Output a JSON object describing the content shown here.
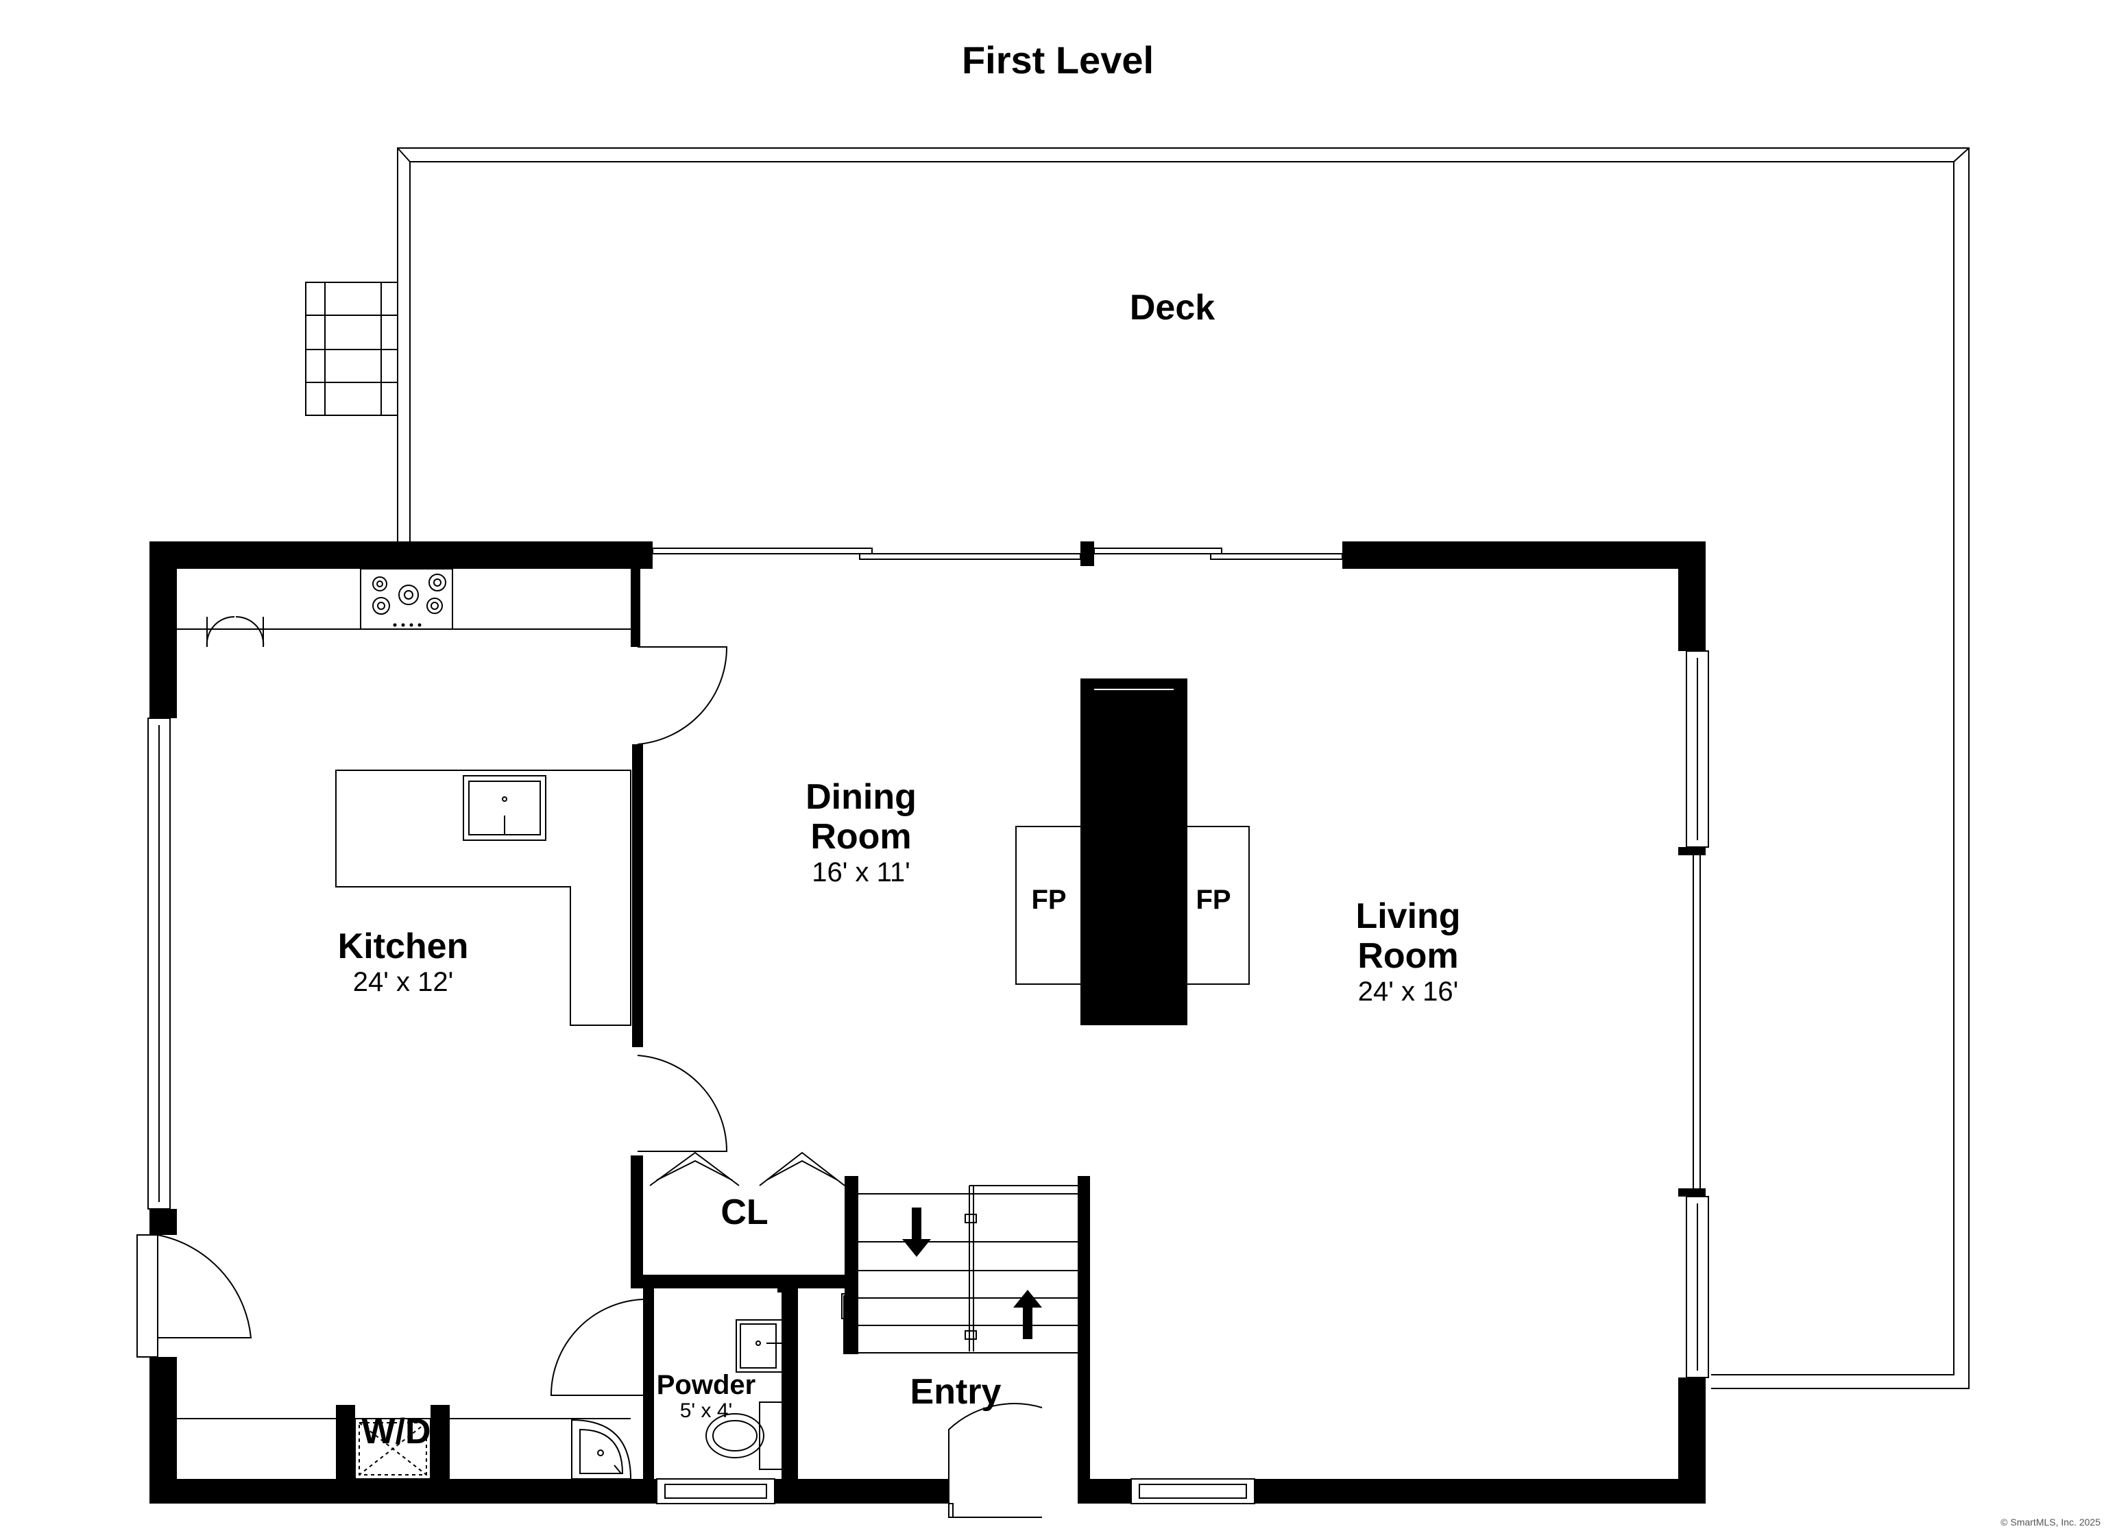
{
  "title": "First Level",
  "rooms": {
    "deck": {
      "name": "Deck"
    },
    "kitchen": {
      "name": "Kitchen",
      "dims": "24' x 12'"
    },
    "dining": {
      "name_line1": "Dining",
      "name_line2": "Room",
      "dims": "16' x 11'"
    },
    "living": {
      "name_line1": "Living",
      "name_line2": "Room",
      "dims": "24' x 16'"
    },
    "closet": {
      "name": "CL"
    },
    "powder": {
      "name": "Powder",
      "dims": "5' x 4'"
    },
    "entry": {
      "name": "Entry"
    },
    "laundry": {
      "name": "W/D"
    }
  },
  "fireplace": {
    "left_label": "FP",
    "right_label": "FP"
  },
  "copyright": "© SmartMLS, Inc. 2025",
  "colors": {
    "wall": "#000000",
    "background": "#ffffff"
  }
}
